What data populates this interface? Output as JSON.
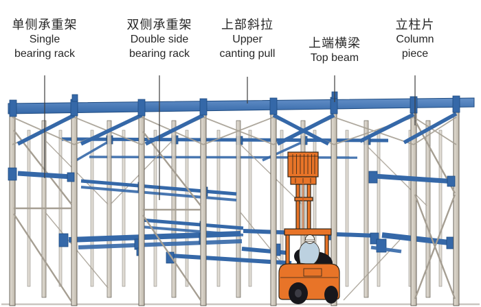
{
  "labels": [
    {
      "id": "single-bearing-rack",
      "zh": "单侧承重架",
      "en1": "Single",
      "en2": "bearing rack"
    },
    {
      "id": "double-side-bearing-rack",
      "zh": "双侧承重架",
      "en1": "Double side",
      "en2": "bearing rack"
    },
    {
      "id": "upper-canting-pull",
      "zh": "上部斜拉",
      "en1": "Upper",
      "en2": "canting pull"
    },
    {
      "id": "top-beam",
      "zh": "上端横梁",
      "en1": "Top beam",
      "en2": ""
    },
    {
      "id": "column-piece",
      "zh": "立柱片",
      "en1": "Column",
      "en2": "piece"
    }
  ],
  "colors": {
    "beam": "#3568a8",
    "beam-dark": "#1d4a80",
    "beam-light": "#6490c8",
    "post": "#d9d4ca",
    "post-light": "#e2ddd4",
    "post-dark": "#c0b9ac",
    "post-edge": "#5b554b",
    "brace": "#a59e92",
    "orange": "#e87428",
    "orange-dark": "#c2551a",
    "outline": "#2e2418",
    "shirt": "#bcd1e0",
    "helmet": "#f3f2ee",
    "seat": "#17171c",
    "label-text": "#262626",
    "leader": "#3c3c3c",
    "ground": "#c9c5bf"
  }
}
